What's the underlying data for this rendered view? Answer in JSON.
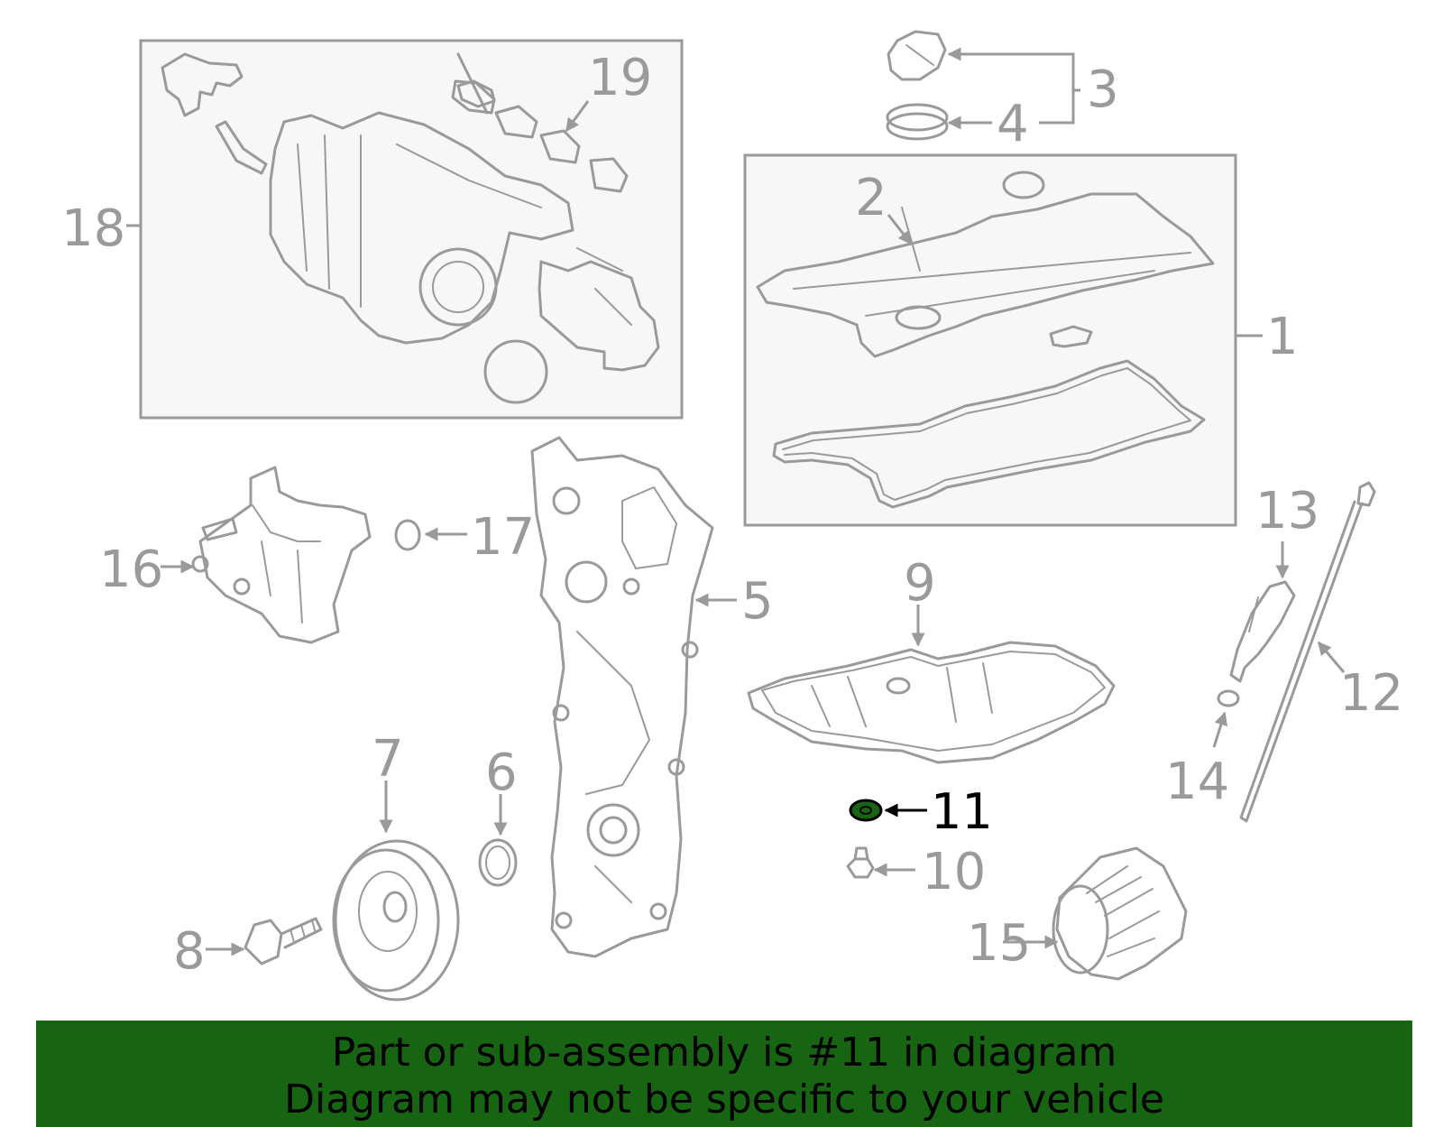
{
  "diagram": {
    "highlighted_part": "11",
    "highlight_color": "#176512",
    "part_color": "#9a9a9a",
    "callouts": [
      "1",
      "2",
      "3",
      "4",
      "5",
      "6",
      "7",
      "8",
      "9",
      "10",
      "11",
      "12",
      "13",
      "14",
      "15",
      "16",
      "17",
      "18",
      "19"
    ]
  },
  "banner": {
    "line1": "Part or sub-assembly is #11 in diagram",
    "line2": "Diagram may not be specific to your vehicle",
    "background": "#176512"
  }
}
